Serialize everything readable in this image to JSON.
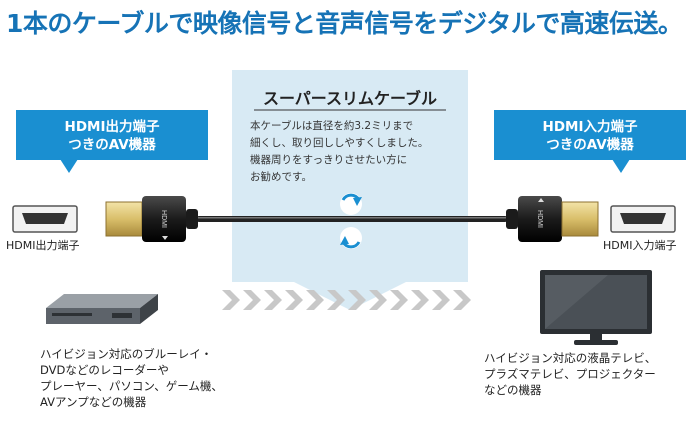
{
  "headline": "1本のケーブルで映像信号と音声信号をデジタルで高速伝送。",
  "center_callout": {
    "title": "スーパースリムケーブル",
    "description_lines": [
      "本ケーブルは直径を約3.2ミリまで",
      "細くし、取り回ししやすくしました。",
      "機器周りをすっきりさせたい方に",
      "お勧めです。"
    ]
  },
  "left_callout": {
    "line1": "HDMI出力端子",
    "line2": "つきのAV機器"
  },
  "right_callout": {
    "line1": "HDMI入力端子",
    "line2": "つきのAV機器"
  },
  "left_port_label": "HDMI出力端子",
  "right_port_label": "HDMI入力端子",
  "cable": {
    "plug_text_left": "HDMI",
    "plug_text_right": "HDMI"
  },
  "left_caption_lines": [
    "ハイビジョン対応のブルーレイ・",
    "DVDなどのレコーダーや",
    "プレーヤー、パソコン、ゲーム機、",
    "AVアンプなどの機器"
  ],
  "right_caption_lines": [
    "ハイビジョン対応の液晶テレビ、",
    "プラズマテレビ、プロジェクター",
    "などの機器"
  ],
  "colors": {
    "headline": "#1673b6",
    "callout_blue": "#1a8fd1",
    "callout_light": "#d8eaf4",
    "plug_gold": "#d9bf6a",
    "arrow_gray": "#cfcfcf"
  },
  "icons": [
    "hdmi-port-icon",
    "hdmi-plug-icon",
    "recorder-device-icon",
    "tv-monitor-icon",
    "flow-chevrons-icon",
    "bend-arrows-icon"
  ]
}
